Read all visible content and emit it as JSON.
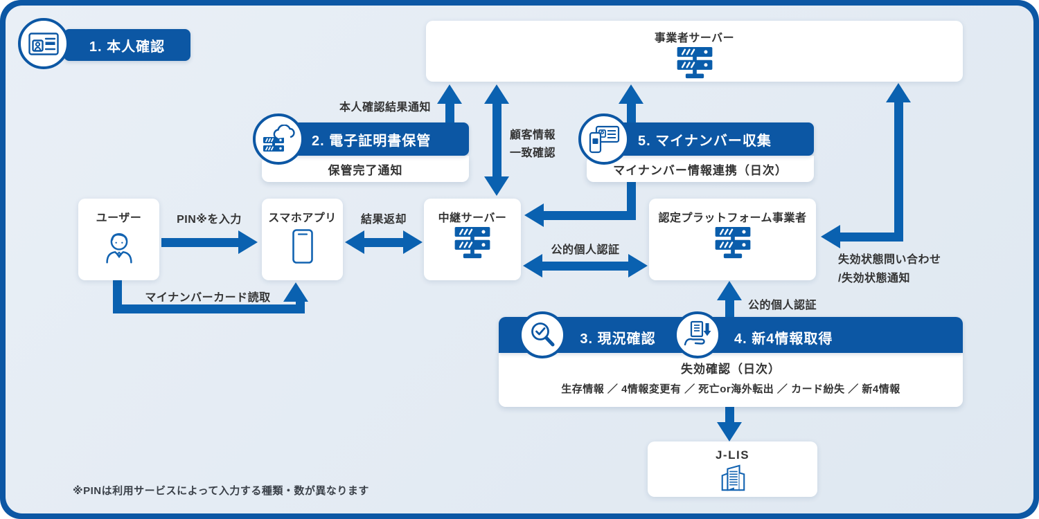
{
  "colors": {
    "frame_blue": "#0c57a4",
    "arrow_blue": "#0a61b0",
    "canvas_light": "#e6edf4",
    "box_white": "#ffffff",
    "text_dark": "#333333"
  },
  "badges": {
    "step1": {
      "label": "1. 本人確認"
    },
    "step2": {
      "label": "2. 電子証明書保管",
      "note": "保管完了通知"
    },
    "step5": {
      "label": "5. マイナンバー収集",
      "note": "マイナンバー情報連携（日次）"
    },
    "step3": {
      "label": "3. 現況確認"
    },
    "step4": {
      "label": "4. 新4情報取得"
    },
    "step34_note_title": "失効確認（日次）",
    "step34_note_detail": "生存情報 ／ 4情報変更有 ／ 死亡or海外転出 ／ カード紛失 ／ 新4情報"
  },
  "nodes": {
    "business_server": "事業者サーバー",
    "user": "ユーザー",
    "smartphone_app": "スマホアプリ",
    "relay_server": "中継サーバー",
    "platform_operator": "認定プラットフォーム事業者",
    "jlis": "J-LIS"
  },
  "arrows": {
    "identity_result_notice": "本人確認結果通知",
    "customer_info_line1": "顧客情報",
    "customer_info_line2": "一致確認",
    "pin_input": "PIN※を入力",
    "mynumber_card_read": "マイナンバーカード読取",
    "result_return": "結果返却",
    "jpki_horizontal": "公的個人認証",
    "jpki_vertical": "公的個人認証",
    "revocation_line1": "失効状態問い合わせ",
    "revocation_line2": "/失効状態通知"
  },
  "footnote": "※PINは利用サービスによって入力する種類・数が異なります"
}
